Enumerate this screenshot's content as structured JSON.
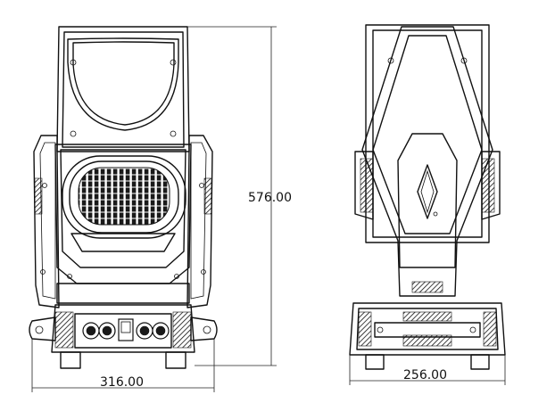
{
  "dimensions": {
    "height_label": "576.00",
    "front_width_label": "316.00",
    "side_width_label": "256.00"
  },
  "colors": {
    "line": "#111111",
    "background": "#ffffff"
  }
}
